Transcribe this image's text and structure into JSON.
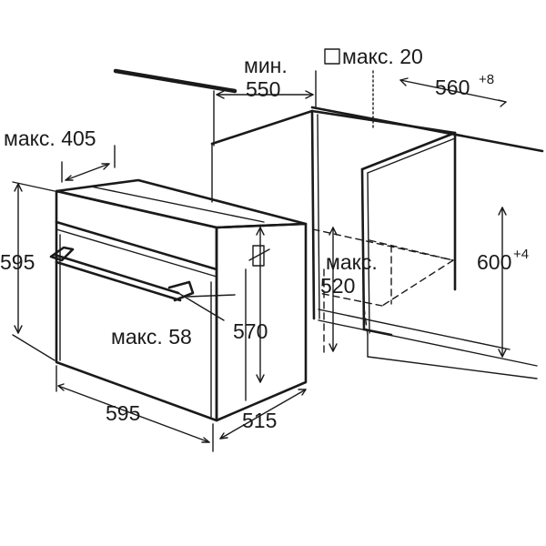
{
  "diagram": {
    "labels": {
      "min_550_a": "мин.",
      "min_550_b": "550",
      "max_20": "макс. 20",
      "w_560": "560",
      "w_560_tol": "+8",
      "max_405": "макс. 405",
      "h_595": "595",
      "max_520_a": "макс.",
      "max_520_b": "520",
      "h_600": "600",
      "h_600_tol": "+4",
      "max_58": "макс. 58",
      "h_570": "570",
      "w_595": "595",
      "d_515": "515"
    }
  }
}
